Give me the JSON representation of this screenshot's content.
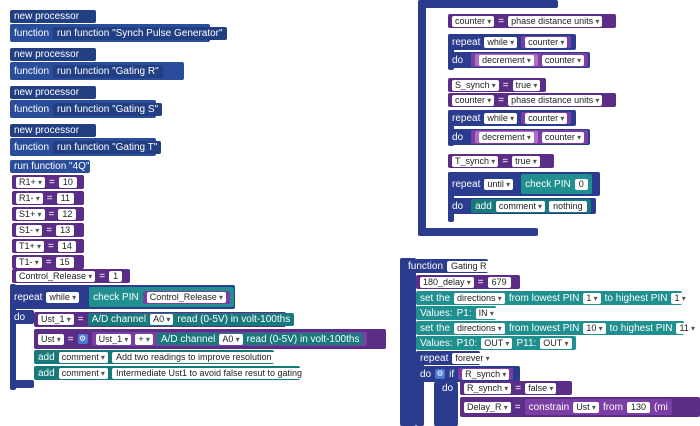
{
  "left": {
    "proc1": {
      "header": "new processor",
      "label": "function",
      "call": "run function \"Synch Pulse Generator\""
    },
    "proc2": {
      "header": "new processor",
      "label": "function",
      "call": "run function \"Gating R\""
    },
    "proc3": {
      "header": "new processor",
      "label": "function",
      "call": "run function \"Gating S\""
    },
    "proc4": {
      "header": "new processor",
      "label": "function",
      "call": "run function \"Gating T\""
    },
    "run4q": "run function \"4Q\"",
    "assigns": [
      {
        "var": "R1+",
        "op": "=",
        "val": "10"
      },
      {
        "var": "R1-",
        "op": "=",
        "val": "11"
      },
      {
        "var": "S1+",
        "op": "=",
        "val": "12"
      },
      {
        "var": "S1-",
        "op": "=",
        "val": "13"
      },
      {
        "var": "T1+",
        "op": "=",
        "val": "14"
      },
      {
        "var": "T1-",
        "op": "=",
        "val": "15"
      }
    ],
    "control_release": {
      "var": "Control_Release",
      "op": "=",
      "val": "1"
    },
    "repeat": {
      "label": "repeat",
      "mode": "while",
      "check": "check PIN",
      "pin": "Control_Release"
    },
    "do": "do",
    "ust1": {
      "var": "Ust_1",
      "op": "=",
      "ad": "A/D channel",
      "ch": "A0",
      "read": "read (0-5V) in volt-100ths"
    },
    "ust": {
      "var": "Ust",
      "op": "=",
      "a": "Ust_1",
      "plus": "+",
      "ad": "A/D channel",
      "ch": "A0",
      "read": "read (0-5V) in volt-100ths"
    },
    "comment1": {
      "add": "add",
      "kind": "comment",
      "text": "Add two readings to improve resolution"
    },
    "comment2": {
      "add": "add",
      "kind": "comment",
      "text": "Intermediate Ust1 to avoid false resut to gating"
    }
  },
  "right": {
    "counter1": {
      "var": "counter",
      "op": "=",
      "val": "phase distance units"
    },
    "repeat1": {
      "label": "repeat",
      "mode": "while",
      "var": "counter"
    },
    "do1": {
      "do": "do",
      "op": "decrement",
      "var": "counter"
    },
    "ssynch": {
      "var": "S_synch",
      "op": "=",
      "val": "true"
    },
    "counter2": {
      "var": "counter",
      "op": "=",
      "val": "phase distance units"
    },
    "repeat2": {
      "label": "repeat",
      "mode": "while",
      "var": "counter"
    },
    "do2": {
      "do": "do",
      "op": "decrement",
      "var": "counter"
    },
    "tsynch": {
      "var": "T_synch",
      "op": "=",
      "val": "true"
    },
    "repeat3": {
      "label": "repeat",
      "mode": "until",
      "check": "check PIN",
      "pin": "0"
    },
    "do3": {
      "do": "do",
      "add": "add",
      "kind": "comment",
      "text": "nothing"
    },
    "gating": {
      "label": "function",
      "name": "Gating R"
    },
    "delay": {
      "var": "180_delay",
      "op": "=",
      "val": "679"
    },
    "dir1": {
      "set": "set the",
      "what": "directions",
      "from": "from lowest PIN",
      "lo": "1",
      "to": "to highest PIN",
      "hi": "1"
    },
    "vals1": {
      "label": "Values:",
      "p1": "P1:",
      "v1": "IN"
    },
    "dir2": {
      "set": "set the",
      "what": "directions",
      "from": "from lowest PIN",
      "lo": "10",
      "to": "to highest PIN",
      "hi": "11"
    },
    "vals2": {
      "label": "Values:",
      "p10": "P10:",
      "v10": "OUT",
      "p11": "P11:",
      "v11": "OUT"
    },
    "forever": {
      "label": "repeat",
      "mode": "forever"
    },
    "if": {
      "do": "do",
      "if": "if",
      "var": "R_synch"
    },
    "rsynch": {
      "do": "do",
      "var": "R_synch",
      "op": "=",
      "val": "false"
    },
    "delayr": {
      "var": "Delay_R",
      "op": "=",
      "fn": "constrain",
      "a": "Ust",
      "from": "from",
      "n": "130",
      "tail": "(mi"
    }
  }
}
